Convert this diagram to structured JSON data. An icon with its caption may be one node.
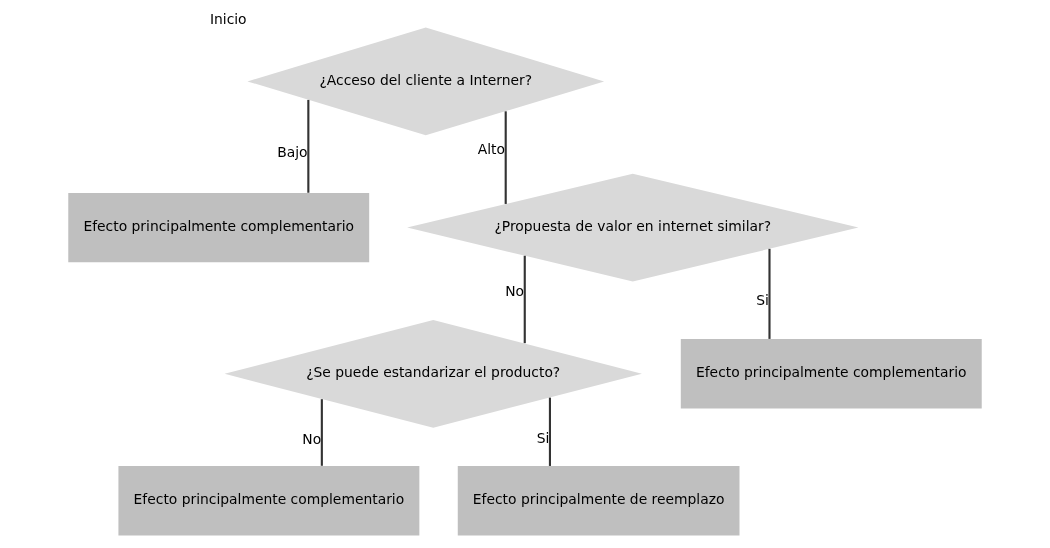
{
  "diagram": {
    "nodes": [
      {
        "text": [
          "¿Acceso del cliente a Interner?"
        ],
        "beside": [
          "Inicio"
        ]
      },
      {
        "text": [
          "Efecto principalmente complementario"
        ]
      },
      {
        "text": [
          "¿Propuesta de valor en internet similar?"
        ]
      },
      {
        "text": [
          "¿Se puede estandarizar el producto?"
        ]
      },
      {
        "text": [
          "Efecto principalmente complementario"
        ]
      },
      {
        "text": [
          "Efecto principalmente de reemplazo"
        ]
      },
      {
        "text": [
          "Efecto principalmente complementario"
        ]
      }
    ],
    "edges": [
      {
        "from": 0,
        "to": 1,
        "arrow": "none",
        "label": "Bajo"
      },
      {
        "from": 0,
        "to": 2,
        "arrow": "none",
        "label": "Alto"
      },
      {
        "from": 2,
        "to": 3,
        "arrow": "none",
        "label": "No"
      },
      {
        "from": 2,
        "to": 6,
        "arrow": "none",
        "label": "Si"
      },
      {
        "from": 3,
        "to": 4,
        "arrow": "none",
        "label": "No"
      },
      {
        "from": 3,
        "to": 5,
        "arrow": "none",
        "label": "Si"
      }
    ]
  }
}
